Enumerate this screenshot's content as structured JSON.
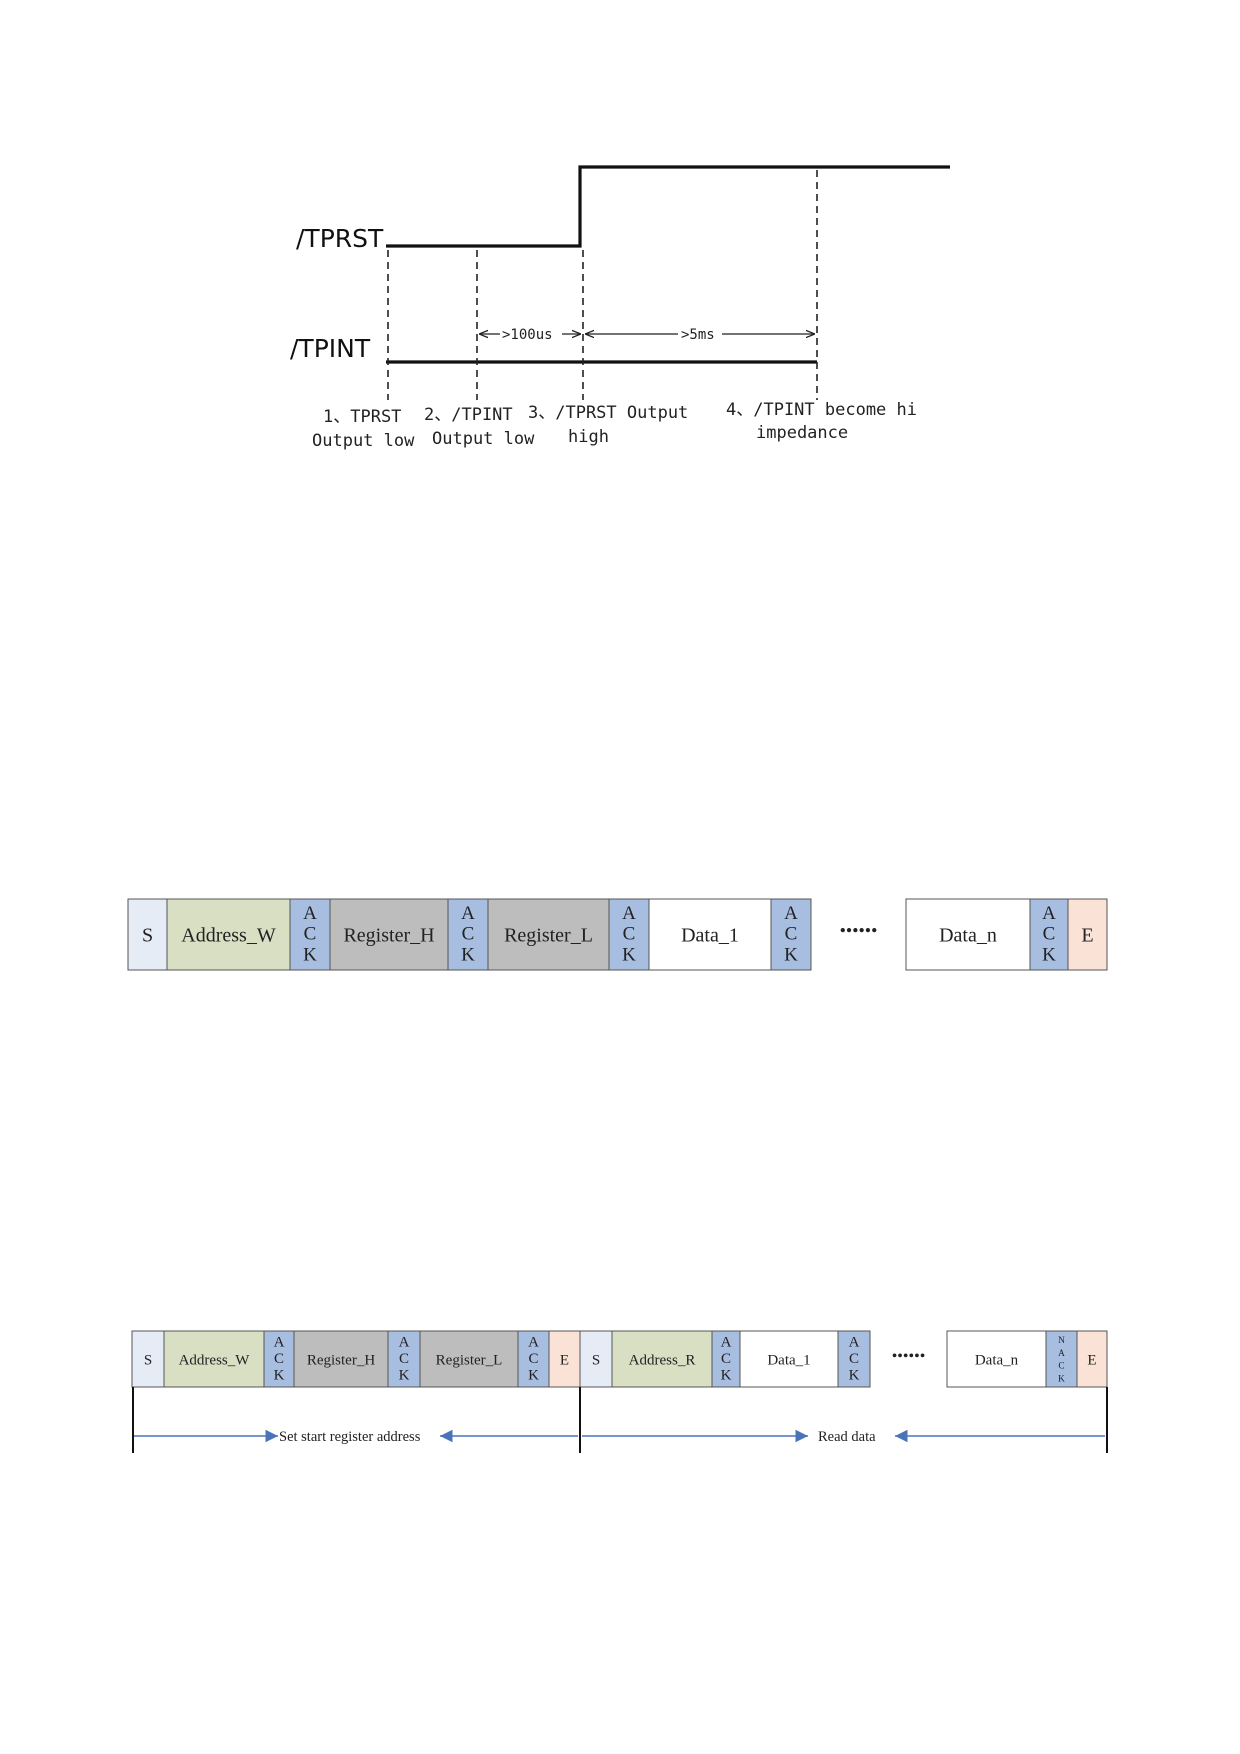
{
  "colors": {
    "start": "#e6ecf5",
    "address": "#d8dfc2",
    "ack": "#a7bee0",
    "register": "#bdbdbd",
    "data": "#ffffff",
    "end": "#fbe2d6",
    "arrow": "#4a74b8"
  },
  "timing": {
    "signal_rst": "/TPRST",
    "signal_int": "/TPINT",
    "interval_1": ">100us",
    "interval_2": ">5ms",
    "steps": [
      {
        "line1": "1、TPRST",
        "line2": "Output low"
      },
      {
        "line1": "2、/TPINT",
        "line2": "Output low"
      },
      {
        "line1": "3、/TPRST Output",
        "line2": "high"
      },
      {
        "line1": "4、/TPINT become hi",
        "line2": "impedance"
      }
    ]
  },
  "write_frame": {
    "cells": [
      {
        "label": "S",
        "kind": "start"
      },
      {
        "label": "Address_W",
        "kind": "address"
      },
      {
        "label": "ACK",
        "kind": "ack"
      },
      {
        "label": "Register_H",
        "kind": "register"
      },
      {
        "label": "ACK",
        "kind": "ack"
      },
      {
        "label": "Register_L",
        "kind": "register"
      },
      {
        "label": "ACK",
        "kind": "ack"
      },
      {
        "label": "Data_1",
        "kind": "data"
      },
      {
        "label": "ACK",
        "kind": "ack"
      },
      {
        "label": "••••••",
        "kind": "gap"
      },
      {
        "label": "Data_n",
        "kind": "data"
      },
      {
        "label": "ACK",
        "kind": "ack"
      },
      {
        "label": "E",
        "kind": "end"
      }
    ]
  },
  "read_frame": {
    "cells": [
      {
        "label": "S",
        "kind": "start"
      },
      {
        "label": "Address_W",
        "kind": "address"
      },
      {
        "label": "ACK",
        "kind": "ack"
      },
      {
        "label": "Register_H",
        "kind": "register"
      },
      {
        "label": "ACK",
        "kind": "ack"
      },
      {
        "label": "Register_L",
        "kind": "register"
      },
      {
        "label": "ACK",
        "kind": "ack"
      },
      {
        "label": "E",
        "kind": "end"
      },
      {
        "label": "S",
        "kind": "start"
      },
      {
        "label": "Address_R",
        "kind": "address"
      },
      {
        "label": "ACK",
        "kind": "ack"
      },
      {
        "label": "Data_1",
        "kind": "data"
      },
      {
        "label": "ACK",
        "kind": "ack"
      },
      {
        "label": "••••••",
        "kind": "gap"
      },
      {
        "label": "Data_n",
        "kind": "data"
      },
      {
        "label": "NACK",
        "kind": "ack"
      },
      {
        "label": "E",
        "kind": "end"
      }
    ],
    "phase_1": "Set start register address",
    "phase_2": "Read data"
  }
}
